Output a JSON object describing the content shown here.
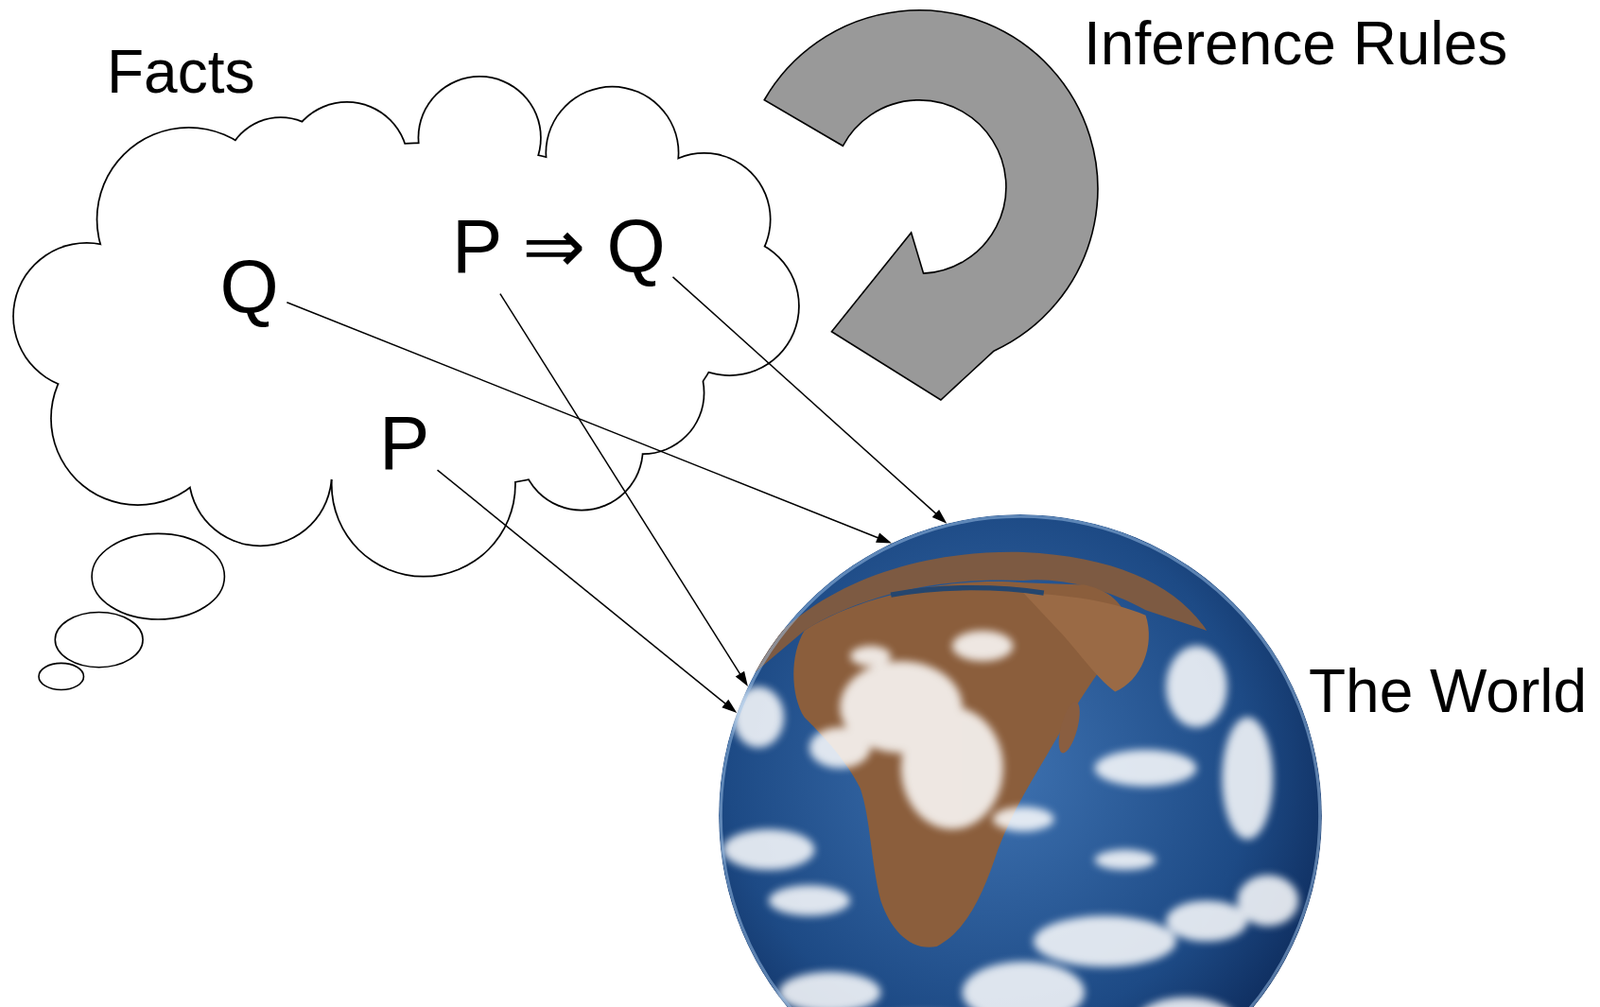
{
  "diagram": {
    "nodes": [
      {
        "text": [
          "Facts"
        ]
      },
      {
        "text": [
          "Q"
        ],
        "in": 0
      },
      {
        "text": [
          "P ⇒ Q"
        ],
        "in": 0
      },
      {
        "text": [
          "P"
        ],
        "in": 0
      },
      {
        "text": [
          "The World"
        ]
      }
    ],
    "edges": [
      {
        "from": 1,
        "to": 4,
        "arrow": "to"
      },
      {
        "from": 2,
        "to": 4,
        "arrow": "to"
      },
      {
        "from": 2,
        "to": 4,
        "arrow": "to"
      },
      {
        "from": 3,
        "to": 4,
        "arrow": "to"
      }
    ],
    "labels": [
      "Inference Rules"
    ]
  }
}
